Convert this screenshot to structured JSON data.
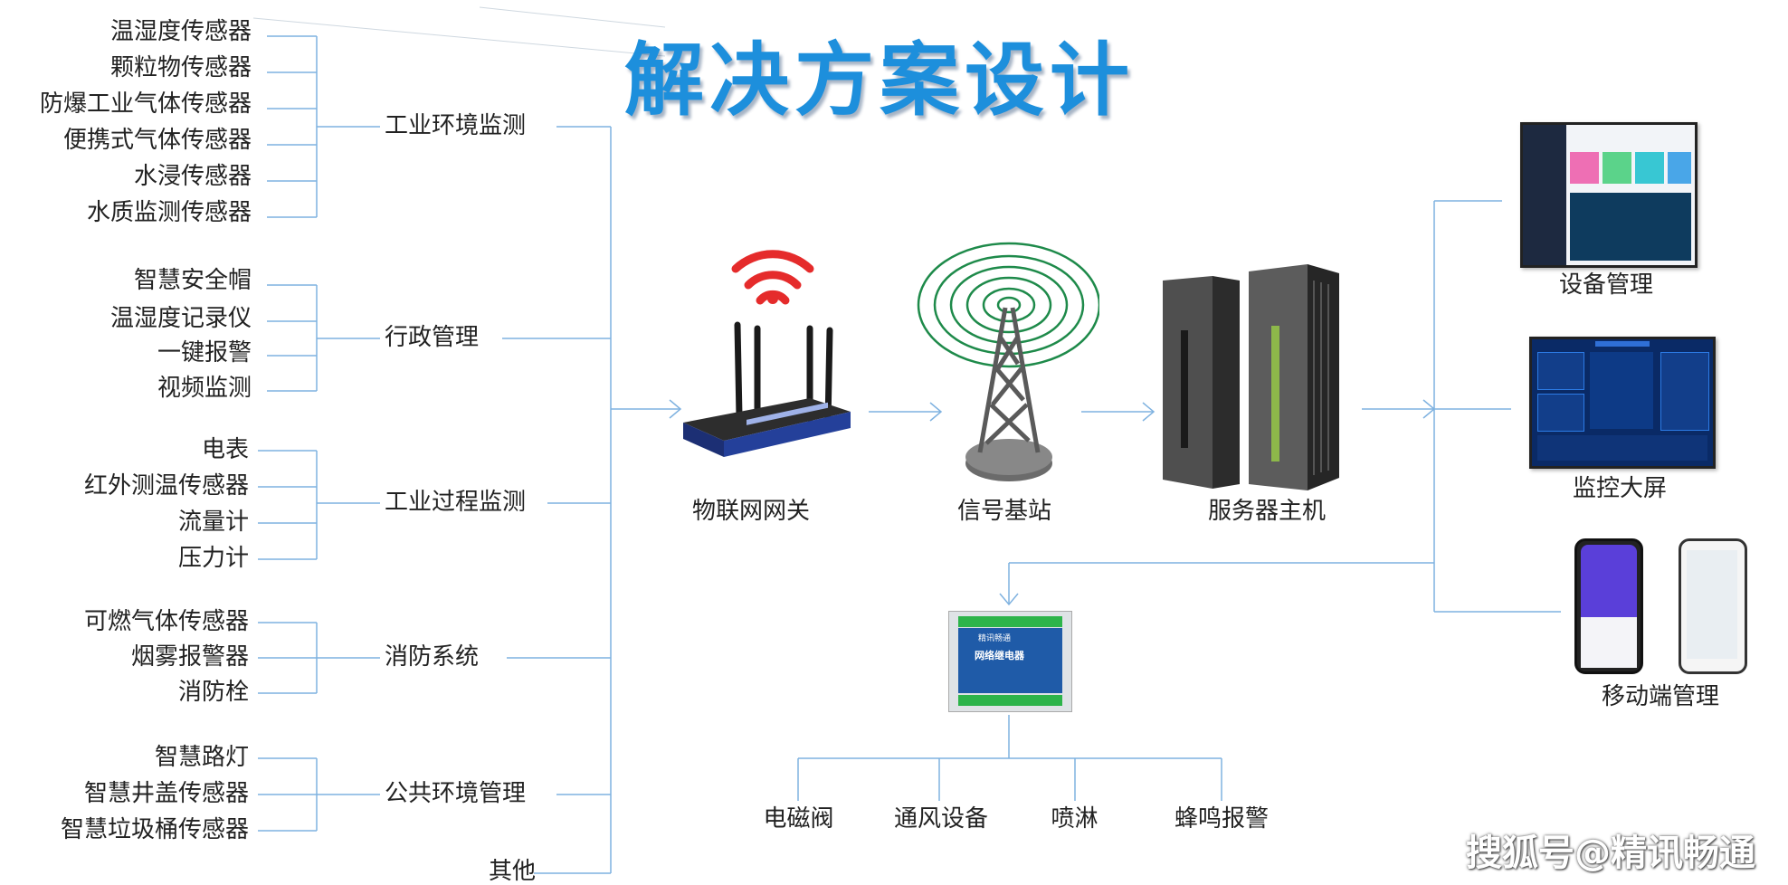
{
  "title": "解决方案设计",
  "watermark": "搜狐号@精讯畅通",
  "categories": [
    {
      "name": "工业环境监测",
      "items": [
        "温湿度传感器",
        "颗粒物传感器",
        "防爆工业气体传感器",
        "便携式气体传感器",
        "水浸传感器",
        "水质监测传感器"
      ]
    },
    {
      "name": "行政管理",
      "items": [
        "智慧安全帽",
        "温湿度记录仪",
        "一键报警",
        "视频监测"
      ]
    },
    {
      "name": "工业过程监测",
      "items": [
        "电表",
        "红外测温传感器",
        "流量计",
        "压力计"
      ]
    },
    {
      "name": "消防系统",
      "items": [
        "可燃气体传感器",
        "烟雾报警器",
        "消防栓"
      ]
    },
    {
      "name": "公共环境管理",
      "items": [
        "智慧路灯",
        "智慧井盖传感器",
        "智慧垃圾桶传感器"
      ]
    }
  ],
  "other": "其他",
  "pipeline": [
    "物联网网关",
    "信号基站",
    "服务器主机"
  ],
  "outputs": [
    "设备管理",
    "监控大屏",
    "移动端管理"
  ],
  "relay_label": "网络继电器",
  "relay_brand": "精讯畅通",
  "actuators": [
    "电磁阀",
    "通风设备",
    "喷淋",
    "蜂鸣报警"
  ],
  "dashboard_title": "智慧城市大数据平台",
  "colors": {
    "title": "#1d8fdc",
    "connector": "#7fb2e0",
    "wifi": "#e52b2b",
    "tower_rings": "#1e8a4a"
  }
}
